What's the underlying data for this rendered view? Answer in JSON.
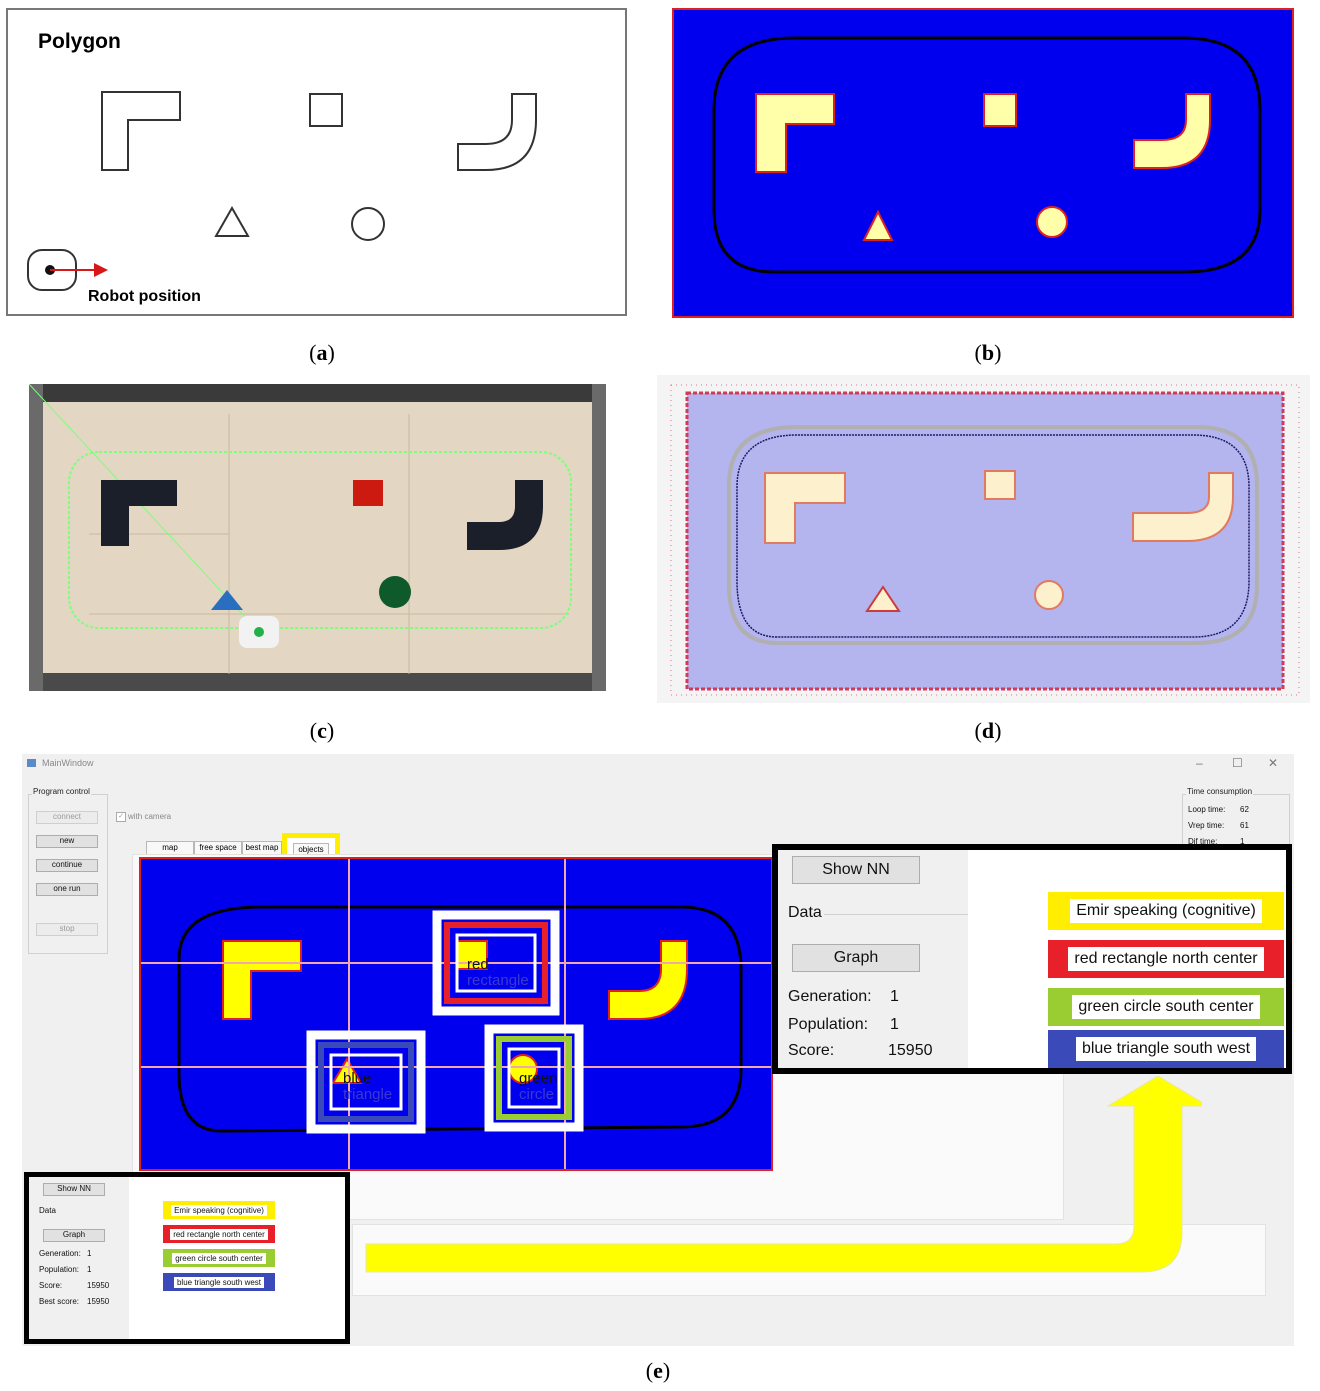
{
  "panel_a": {
    "title": "Polygon",
    "robot_label": "Robot position",
    "caption": "a"
  },
  "panel_b": {
    "caption": "b"
  },
  "panel_c": {
    "caption": "c"
  },
  "panel_d": {
    "caption": "d"
  },
  "panel_e": {
    "caption": "e",
    "window_title": "MainWindow",
    "window_controls": [
      "–",
      "☐",
      "✕"
    ],
    "program_control": {
      "label": "Program control",
      "buttons": [
        {
          "label": "connect",
          "enabled": false
        },
        {
          "label": "new",
          "enabled": true
        },
        {
          "label": "continue",
          "enabled": true
        },
        {
          "label": "one run",
          "enabled": true
        },
        {
          "label": "stop",
          "enabled": false
        }
      ]
    },
    "with_camera": {
      "label": "with camera",
      "checked": true
    },
    "tabs": [
      "map",
      "free space",
      "best map",
      "objects"
    ],
    "time_consumption": {
      "label": "Time consumption",
      "rows": [
        {
          "label": "Loop time:",
          "value": "62"
        },
        {
          "label": "Vrep time:",
          "value": "61"
        },
        {
          "label": "Dif time:",
          "value": "1"
        }
      ]
    },
    "object_labels": [
      {
        "line1": "red",
        "line2": "rectangle"
      },
      {
        "line1": "blue",
        "line2": "triangle"
      },
      {
        "line1": "green",
        "line2": "circle"
      }
    ],
    "nn_panel": {
      "show_nn": "Show NN",
      "data_label": "Data",
      "graph": "Graph",
      "stats": [
        {
          "label": "Generation:",
          "value": "1"
        },
        {
          "label": "Population:",
          "value": "1"
        },
        {
          "label": "Score:",
          "value": "15950"
        },
        {
          "label": "Best score:",
          "value": "15950"
        }
      ],
      "outputs": [
        {
          "text": "Emir speaking (cognitive)",
          "color": "#ffee00"
        },
        {
          "text": "red rectangle north center",
          "color": "#e8202a"
        },
        {
          "text": "green circle south center",
          "color": "#9acd32"
        },
        {
          "text": "blue triangle south west",
          "color": "#3a4ab8"
        }
      ]
    }
  },
  "colors": {
    "map_blue": "#0000ee",
    "obstacle_yellow": "#ffff00",
    "obstacle_cream": "#ffffaa",
    "border_red": "#e02020",
    "arrow_yellow": "#ffff00"
  }
}
